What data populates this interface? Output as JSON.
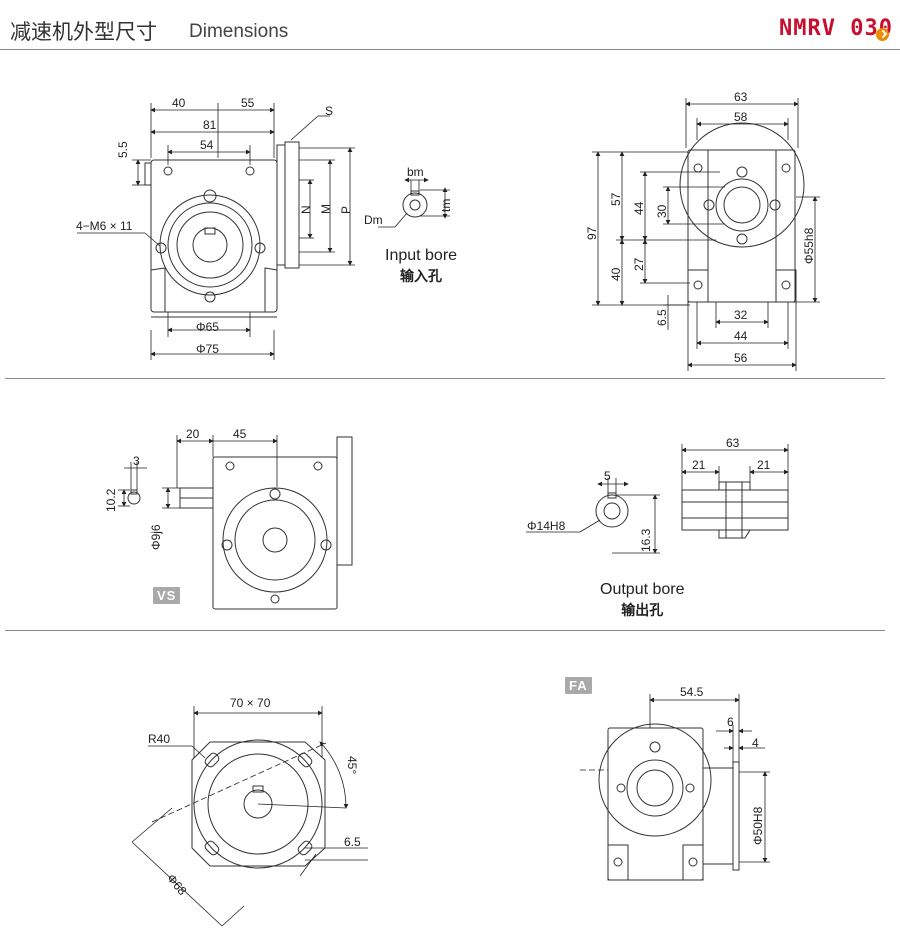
{
  "header": {
    "title_cn": "减速机外型尺寸",
    "title_en": "Dimensions",
    "model": "NMRV 030",
    "accent_color": "#c8102e",
    "arrow_color": "#f08a00",
    "arrow_icon": "chevron-right-icon"
  },
  "input_bore": {
    "label_en": "Input bore",
    "label_cn": "输入孔"
  },
  "output_bore": {
    "label_en": "Output bore",
    "label_cn": "输出孔"
  },
  "tags": {
    "vs": "VS",
    "fa": "FA"
  },
  "dims": {
    "front": {
      "d40": "40",
      "d55": "55",
      "d81": "81",
      "d54": "54",
      "d55_5": "5.5",
      "s": "S",
      "n": "N",
      "m": "M",
      "p": "P",
      "bolt": "4−M6 × 11",
      "phi65": "Φ65",
      "phi75": "Φ75"
    },
    "bore_in": {
      "bm": "bm",
      "tm": "tm",
      "dm": "Dm"
    },
    "side": {
      "d63": "63",
      "d58": "58",
      "d97": "97",
      "d57": "57",
      "d44": "44",
      "d30": "30",
      "d40": "40",
      "d27": "27",
      "d6_5": "6.5",
      "d32": "32",
      "d44b": "44",
      "d56": "56",
      "phi55": "Φ55h8"
    },
    "vs": {
      "d20": "20",
      "d45": "45",
      "d3": "3",
      "d10_2": "10.2",
      "phi9": "Φ9j6"
    },
    "bore_out": {
      "d5": "5",
      "phi14": "Φ14H8",
      "d16_3": "16.3"
    },
    "shaft": {
      "d63": "63",
      "d21a": "21",
      "d21b": "21"
    },
    "flange": {
      "d70": "70 × 70",
      "r40": "R40",
      "d45": "45°",
      "d6_5": "6.5",
      "phi68": "Φ68"
    },
    "fa": {
      "d54_5": "54.5",
      "d6": "6",
      "d4": "4",
      "phi50": "Φ50H8"
    }
  }
}
